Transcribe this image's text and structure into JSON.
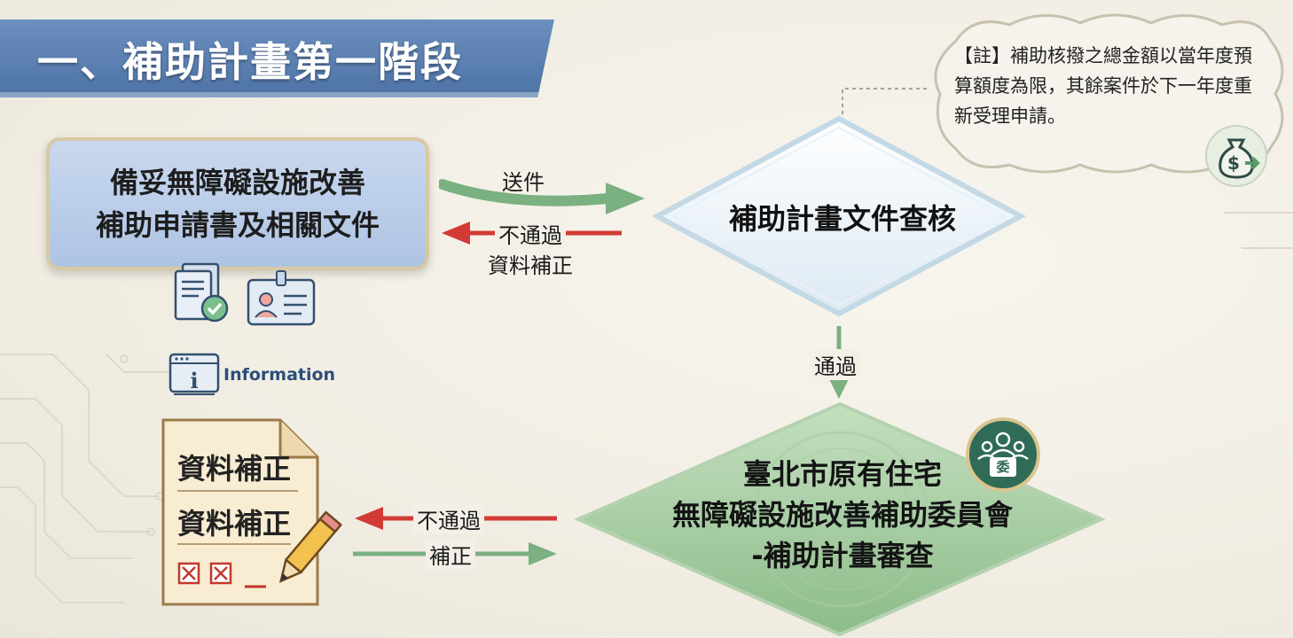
{
  "title": "一、補助計畫第一階段",
  "step1": {
    "line1": "備妥無障礙設施改善",
    "line2": "補助申請書及相關文件"
  },
  "arrows": {
    "send_label": "送件",
    "fail_label_1": "不通過",
    "fix_label_1": "資料補正",
    "pass_label": "通過",
    "fail_label_2": "不通過",
    "fix_label_2": "補正"
  },
  "diamond1": {
    "label": "補助計畫文件查核"
  },
  "diamond2": {
    "line1": "臺北市原有住宅",
    "line2": "無障礙設施改善補助委員會",
    "line3": "-補助計畫審查"
  },
  "committee_badge": {
    "text": "委"
  },
  "note": {
    "text": "【註】補助核撥之總金額以當年度預算額度為限，其餘案件於下一年度重新受理申請。"
  },
  "info": {
    "label": "Information"
  },
  "revision_sheet": {
    "line1": "資料補正",
    "line2": "資料補正"
  },
  "colors": {
    "banner": "#4d73a6",
    "step_box": "#aec4e3",
    "pass_green": "#7bb081",
    "fail_red": "#d23b35",
    "diamond2": "#93c391"
  },
  "icons": [
    "document-check-icon",
    "id-card-icon",
    "info-window-icon",
    "money-bag-icon",
    "committee-icon",
    "pencil-icon"
  ]
}
